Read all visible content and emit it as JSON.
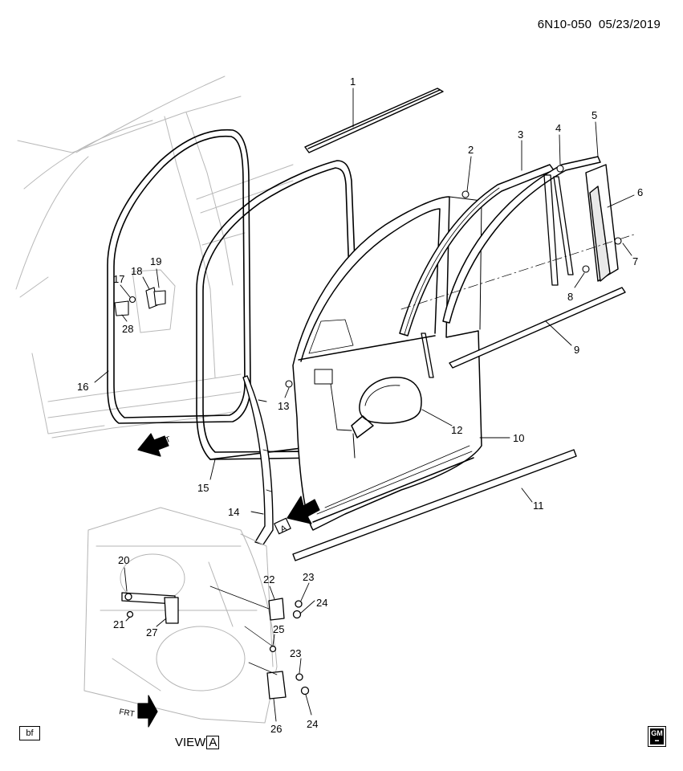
{
  "header": {
    "code": "6N10-050",
    "date": "05/23/2019"
  },
  "badge": "bf",
  "view_label": {
    "prefix": "VIEW",
    "letter": "A"
  },
  "arrow_labels": {
    "front": "FRT",
    "view_marker": "A"
  },
  "logo": "GM",
  "callouts": [
    {
      "id": "c1",
      "text": "1"
    },
    {
      "id": "c2",
      "text": "2"
    },
    {
      "id": "c3",
      "text": "3"
    },
    {
      "id": "c4",
      "text": "4"
    },
    {
      "id": "c5",
      "text": "5"
    },
    {
      "id": "c6",
      "text": "6"
    },
    {
      "id": "c7",
      "text": "7"
    },
    {
      "id": "c8",
      "text": "8"
    },
    {
      "id": "c9",
      "text": "9"
    },
    {
      "id": "c10",
      "text": "10"
    },
    {
      "id": "c11",
      "text": "11"
    },
    {
      "id": "c12",
      "text": "12"
    },
    {
      "id": "c13",
      "text": "13"
    },
    {
      "id": "c14",
      "text": "14"
    },
    {
      "id": "c15",
      "text": "15"
    },
    {
      "id": "c16",
      "text": "16"
    },
    {
      "id": "c17",
      "text": "17"
    },
    {
      "id": "c18",
      "text": "18"
    },
    {
      "id": "c19",
      "text": "19"
    },
    {
      "id": "c20",
      "text": "20"
    },
    {
      "id": "c21",
      "text": "21"
    },
    {
      "id": "c22",
      "text": "22"
    },
    {
      "id": "c23a",
      "text": "23"
    },
    {
      "id": "c24a",
      "text": "24"
    },
    {
      "id": "c25",
      "text": "25"
    },
    {
      "id": "c23b",
      "text": "23"
    },
    {
      "id": "c24b",
      "text": "24"
    },
    {
      "id": "c26",
      "text": "26"
    },
    {
      "id": "c27",
      "text": "27"
    },
    {
      "id": "c28",
      "text": "28"
    }
  ]
}
